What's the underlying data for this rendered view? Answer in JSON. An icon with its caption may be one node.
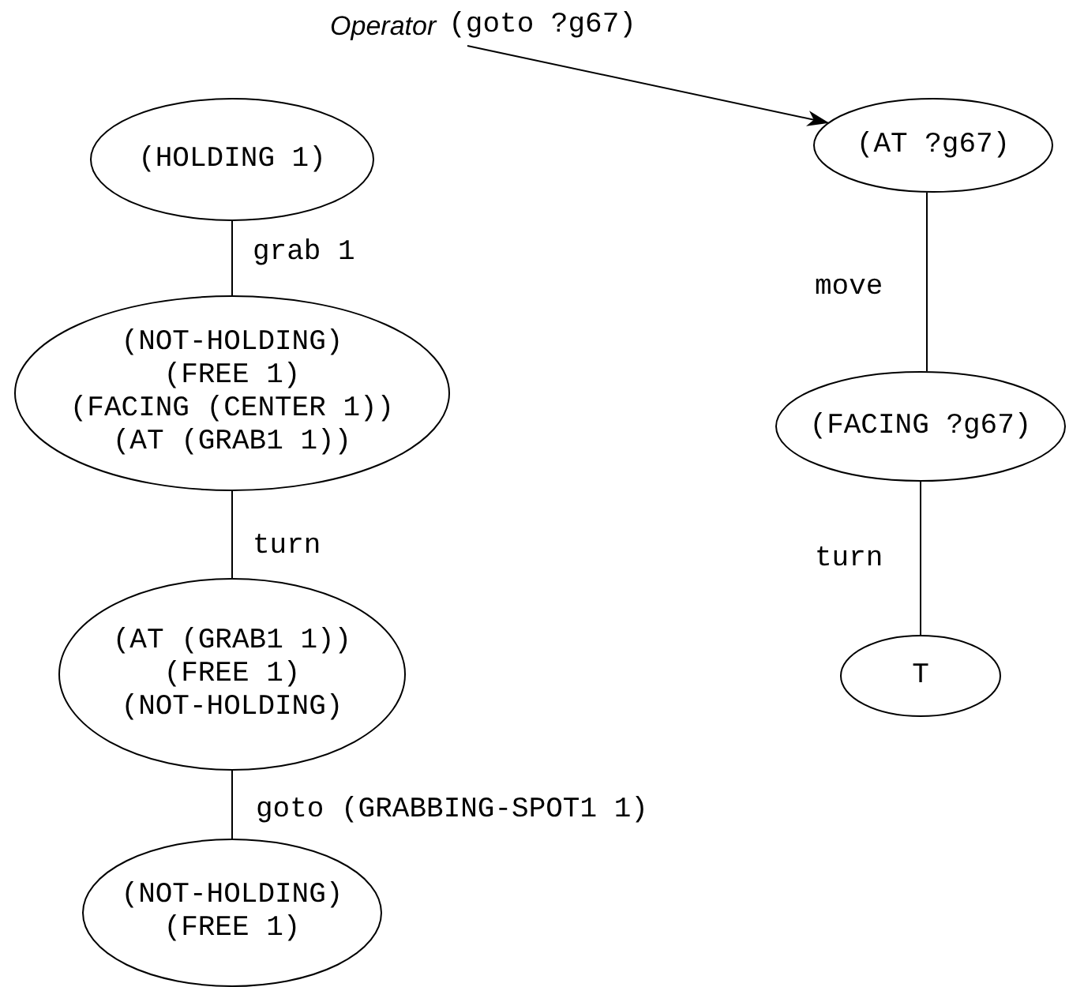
{
  "diagram": {
    "nodes": [
      {
        "text": [
          "Operator",
          "(goto ?g67)"
        ]
      },
      {
        "text": [
          "(HOLDING 1)"
        ]
      },
      {
        "text": [
          "(NOT-HOLDING)",
          "(FREE 1)",
          "(FACING (CENTER 1))",
          "(AT (GRAB1 1))"
        ]
      },
      {
        "text": [
          "(AT (GRAB1 1))",
          "(FREE 1)",
          "(NOT-HOLDING)"
        ]
      },
      {
        "text": [
          "(NOT-HOLDING)",
          "(FREE 1)"
        ]
      },
      {
        "text": [
          "(AT ?g67)"
        ]
      },
      {
        "text": [
          "(FACING ?g67)"
        ]
      },
      {
        "text": [
          "T"
        ]
      }
    ],
    "edges": [
      {
        "from": 0,
        "to": 5,
        "arrow": "to"
      },
      {
        "from": 1,
        "to": 2,
        "arrow": "none",
        "label": "grab 1"
      },
      {
        "from": 2,
        "to": 3,
        "arrow": "none",
        "label": "turn"
      },
      {
        "from": 3,
        "to": 4,
        "arrow": "none",
        "label": "goto (GRABBING-SPOT1 1)"
      },
      {
        "from": 5,
        "to": 6,
        "arrow": "none",
        "label": "move"
      },
      {
        "from": 6,
        "to": 7,
        "arrow": "none",
        "label": "turn"
      }
    ]
  }
}
